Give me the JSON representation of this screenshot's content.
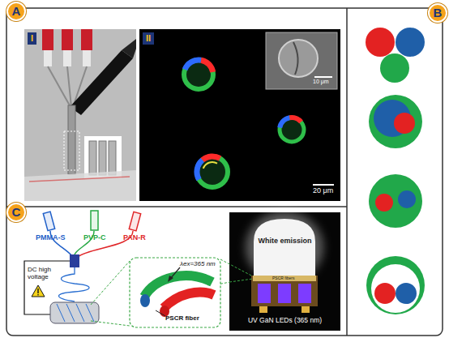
{
  "diagram": {
    "nodes": [
      {
        "text": [
          "A"
        ]
      },
      {
        "text": [
          "I"
        ],
        "in": 0
      },
      {
        "text": [
          "II"
        ],
        "in": 0
      },
      {
        "text": [
          "10 μm"
        ],
        "in": 2
      },
      {
        "text": [
          "B"
        ]
      },
      {
        "text": [
          "C"
        ]
      },
      {
        "text": [
          "λex=365 nm",
          "PSCR fiber"
        ],
        "in": 5
      },
      {
        "text": [
          "White emission",
          "PSCR fibers",
          "UV GaN LEDs (365 nm)"
        ],
        "in": 5
      }
    ],
    "edges": [
      {
        "from": 6,
        "to": 7,
        "arrow": "none"
      }
    ],
    "labels": [
      "20 μm",
      "PMMA-S",
      "PVP-C",
      "PAN-R",
      "DC high voltage"
    ]
  }
}
